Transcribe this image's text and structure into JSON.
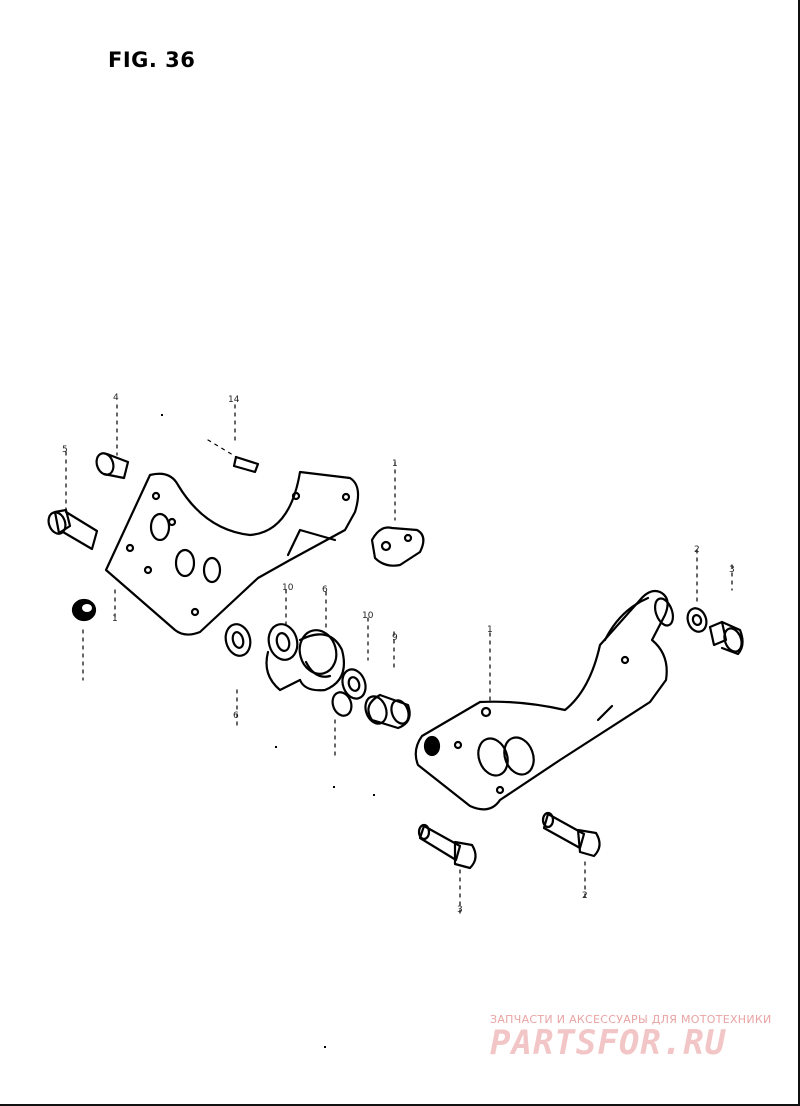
{
  "figure": {
    "title": "FIG. 36"
  },
  "callouts": [
    "4",
    "14",
    "1",
    "5",
    "1",
    "6",
    "10",
    "6",
    "10",
    "9",
    "1",
    "2",
    "3",
    "2",
    "3"
  ],
  "watermark": {
    "subtitle": "ЗАПЧАСТИ И АКСЕССУАРЫ ДЛЯ МОТОТЕХНИКИ",
    "logo": "PARTSFOR.RU"
  },
  "colors": {
    "ink": "#000000",
    "watermark": "#e9a3a3",
    "background": "#ffffff"
  }
}
